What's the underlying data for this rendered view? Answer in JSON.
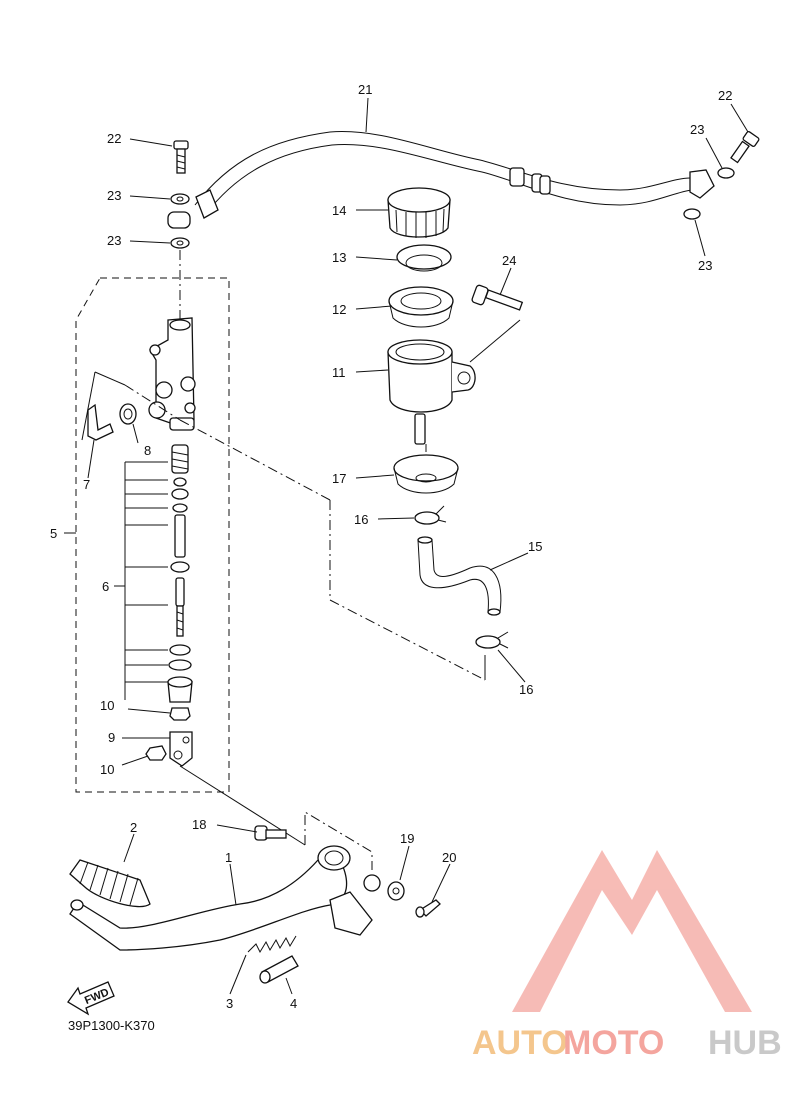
{
  "diagram": {
    "code": "39P1300-K370",
    "fwd_label": "FWD",
    "labels": {
      "p1": "1",
      "p2": "2",
      "p3": "3",
      "p4": "4",
      "p5": "5",
      "p6": "6",
      "p7": "7",
      "p8": "8",
      "p9": "9",
      "p10a": "10",
      "p10b": "10",
      "p11": "11",
      "p12": "12",
      "p13": "13",
      "p14": "14",
      "p15": "15",
      "p16a": "16",
      "p16b": "16",
      "p17": "17",
      "p18": "18",
      "p19": "19",
      "p20": "20",
      "p21": "21",
      "p22a": "22",
      "p22b": "22",
      "p23a": "23",
      "p23b": "23",
      "p23c": "23",
      "p23d": "23",
      "p24": "24"
    }
  },
  "watermark": {
    "part_a": "AUTO",
    "part_b": "MOTO",
    "part_c": "HUB",
    "colors": {
      "auto": "#f4c68d",
      "moto": "#f4a59e",
      "hub": "#c9c9c9",
      "logo": "#f4a59e"
    }
  }
}
